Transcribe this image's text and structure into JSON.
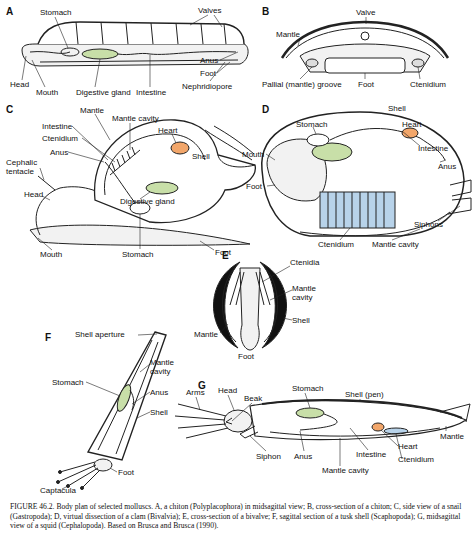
{
  "diagram": {
    "caption": "FIGURE 46.2. Body plan of selected molluscs. A, a chiton (Polyplacophora) in midsagittal view; B, cross-section of a chiton; C, side view of a snail (Gastropoda); D, virtual dissection of a clam (Bivalvia); E, cross-section of a bivalve; F, sagittal section of a tusk shell (Scaphopoda); G, midsagittal view of a squid (Cephalopoda). Based on Brusca and Brusca (1990).",
    "labels": [
      "A",
      "Stomach",
      "Valves",
      "Head",
      "Mouth",
      "Digestive gland",
      "Intestine",
      "Anus",
      "Foot",
      "Nephridiopore",
      "B",
      "Valve",
      "Mantle",
      "Pallial (mantle) groove",
      "Foot",
      "Ctenidium",
      "C",
      "Mantle",
      "Mantle cavity",
      "Intestine",
      "Heart",
      "Ctenidium",
      "Cephalic tentacle",
      "Anus",
      "Shell",
      "Head",
      "Digestive gland",
      "Mouth",
      "Stomach",
      "Foot",
      "D",
      "Shell",
      "Stomach",
      "Heart",
      "Intestine",
      "Mouth",
      "Anus",
      "Foot",
      "Siphons",
      "Ctenidium",
      "Mantle cavity",
      "E",
      "Ctenidia",
      "Mantle cavity",
      "Shell",
      "Mantle",
      "Foot",
      "F",
      "Shell aperture",
      "Mantle cavity",
      "Stomach",
      "Anus",
      "Shell",
      "Foot",
      "Captacula",
      "G",
      "Arms",
      "Head",
      "Beak",
      "Stomach",
      "Shell (pen)",
      "Heart",
      "Intestine",
      "Ctenidium",
      "Mantle",
      "Siphon",
      "Anus",
      "Mantle cavity"
    ]
  }
}
